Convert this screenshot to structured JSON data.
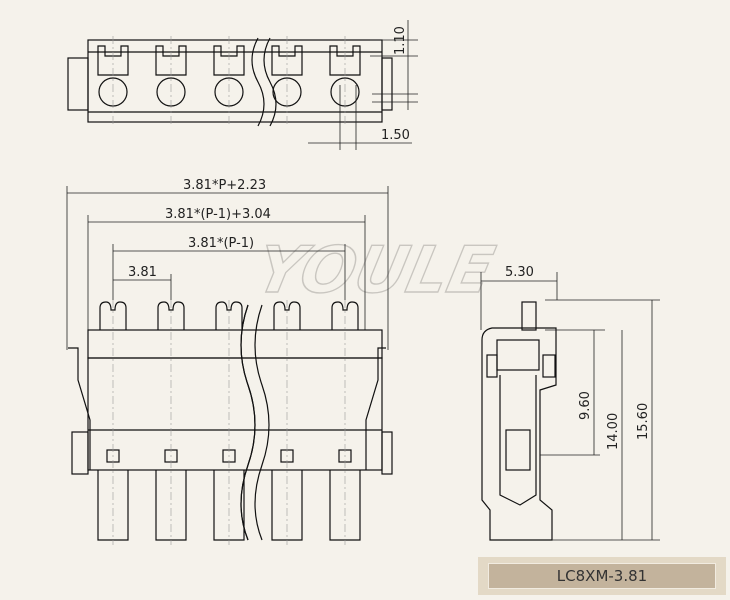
{
  "watermark": "YOULE",
  "model_label": "LC8XM-3.81",
  "top_view": {
    "dims": [
      "1.10",
      "1.50"
    ]
  },
  "front_view": {
    "dims": [
      "3.81*P+2.23",
      "3.81*(P-1)+3.04",
      "3.81*(P-1)",
      "3.81"
    ],
    "pin_count_shown": 5
  },
  "side_view": {
    "dims": [
      "5.30",
      "9.60",
      "14.00",
      "15.60"
    ]
  },
  "colors": {
    "background": "#f5f2eb",
    "label_box": "#e3d9c6",
    "label_inner": "#c3b39c",
    "line": "#111111"
  }
}
